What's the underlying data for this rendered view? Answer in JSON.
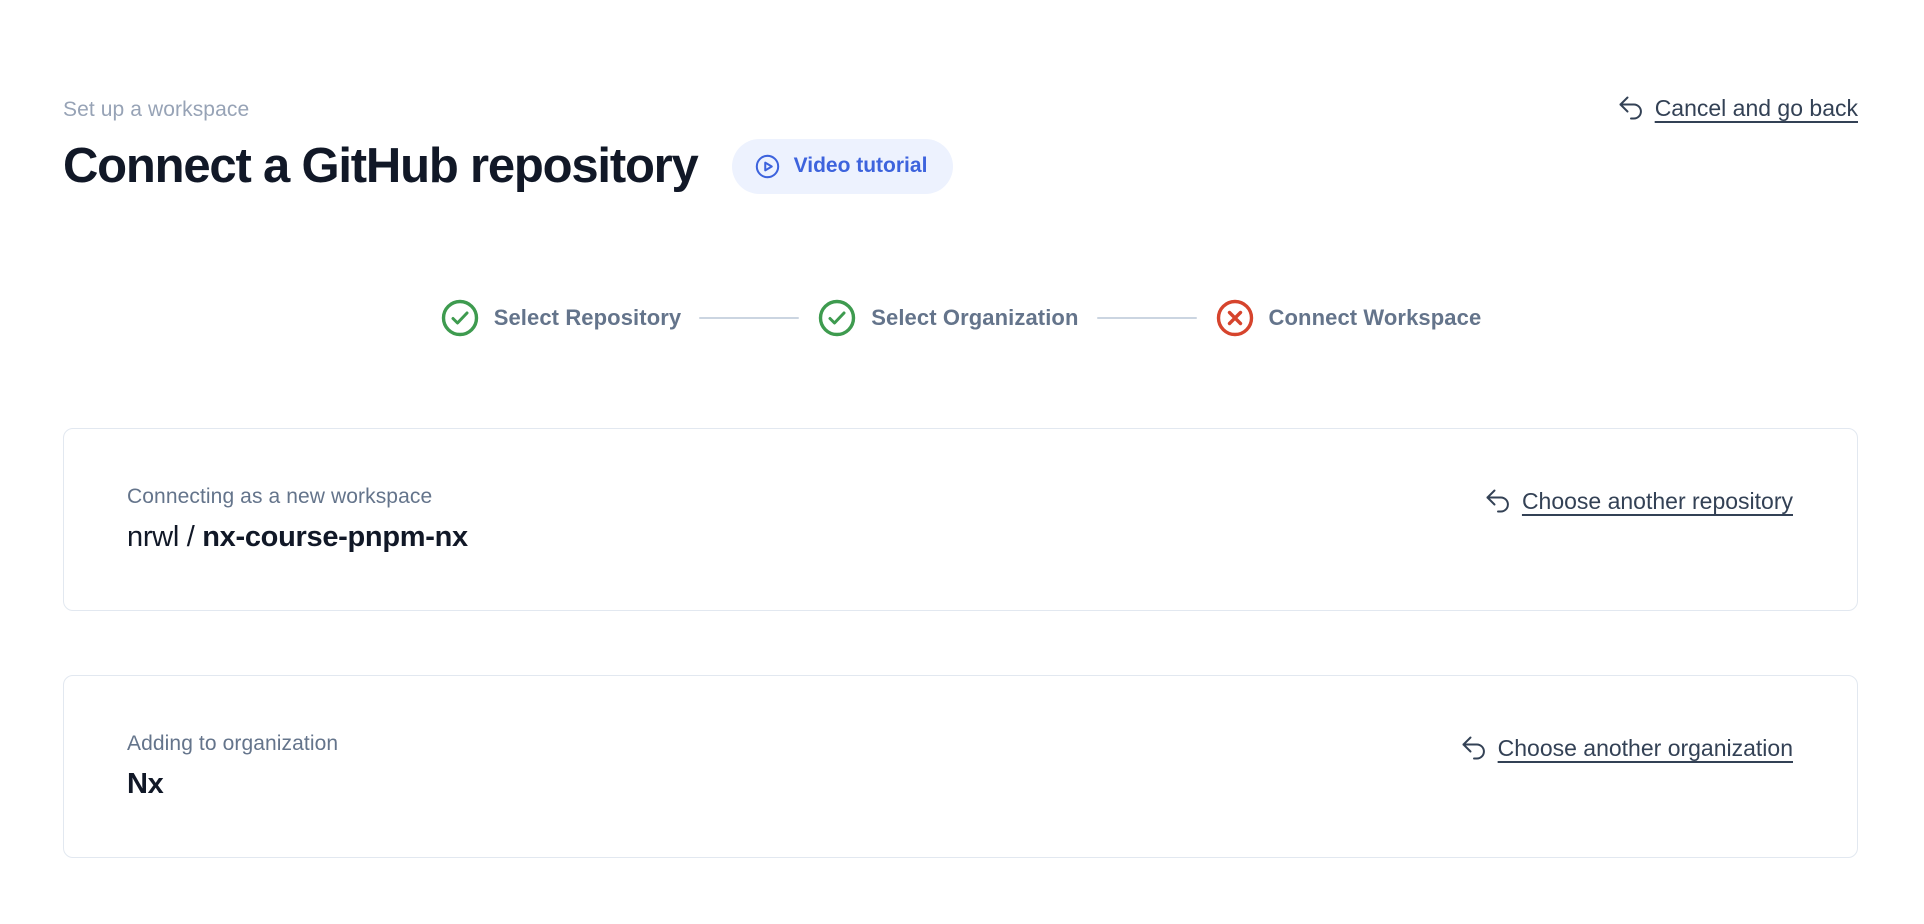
{
  "header": {
    "eyebrow": "Set up a workspace",
    "title": "Connect a GitHub repository",
    "video_button_label": "Video tutorial",
    "cancel_link_label": "Cancel and go back"
  },
  "stepper": {
    "steps": [
      {
        "label": "Select Repository",
        "status": "done"
      },
      {
        "label": "Select Organization",
        "status": "done"
      },
      {
        "label": "Connect Workspace",
        "status": "error"
      }
    ]
  },
  "repository_card": {
    "label": "Connecting as a new workspace",
    "owner": "nrwl / ",
    "repo": "nx-course-pnpm-nx",
    "change_link_label": "Choose another repository"
  },
  "organization_card": {
    "label": "Adding to organization",
    "name": "Nx",
    "change_link_label": "Choose another organization"
  },
  "colors": {
    "accent_blue": "#3d63dd",
    "accent_blue_bg": "#edf2fe",
    "success_green": "#3e9b4f",
    "error_red": "#d6442d",
    "muted_text": "#64748b",
    "eyebrow_text": "#97a3b6",
    "heading_text": "#111827",
    "link_text": "#334155",
    "card_border": "#e2e8f0",
    "connector": "#cbd5e1"
  }
}
